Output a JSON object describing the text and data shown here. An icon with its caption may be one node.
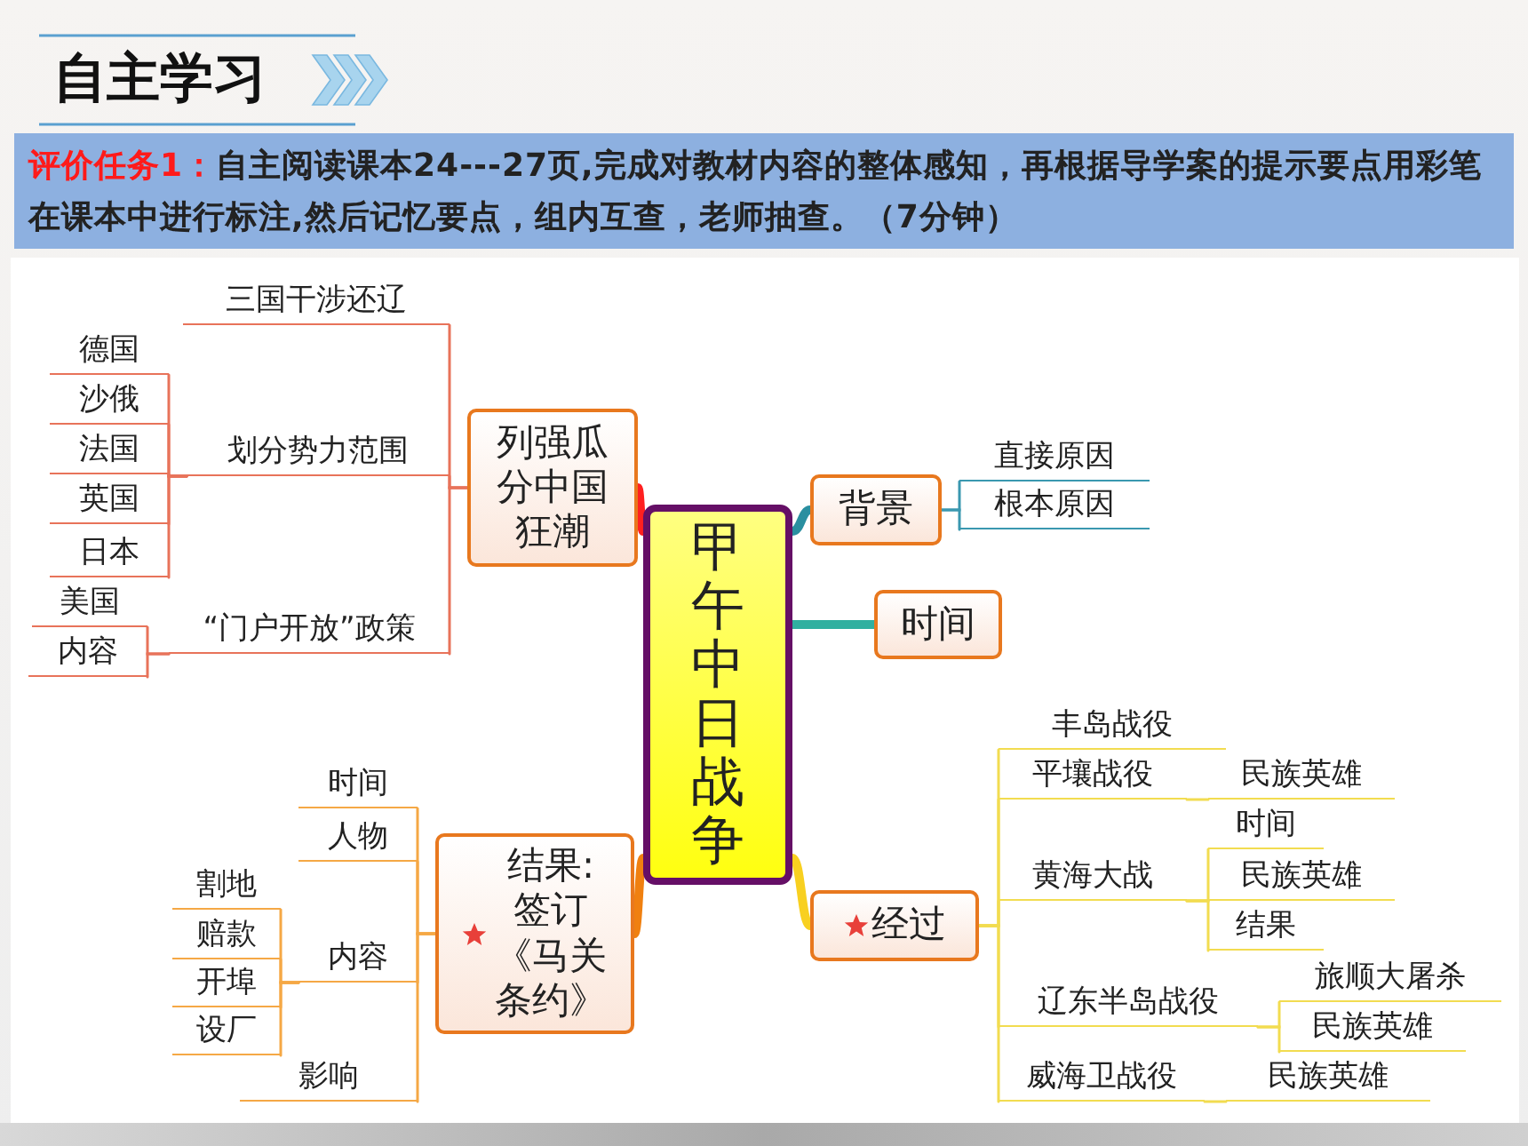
{
  "diagram": {
    "title": "自主学习",
    "nodes": [
      {
        "text": [
          "评价任务1：",
          "自主阅读课本24---27页,完成对教材内容的整体感知，再根据导学案的提示要点用彩笔在课本中进行标注,然后记忆要点，组内互查，老师抽查。（7分钟）"
        ]
      },
      {
        "text": [
          "甲午中日战争"
        ]
      },
      {
        "text": [
          "列强瓜分中国狂潮"
        ]
      },
      {
        "text": [
          "三国干涉还辽"
        ]
      },
      {
        "text": [
          "划分势力范围"
        ]
      },
      {
        "text": [
          "德国"
        ]
      },
      {
        "text": [
          "沙俄"
        ]
      },
      {
        "text": [
          "法国"
        ]
      },
      {
        "text": [
          "英国"
        ]
      },
      {
        "text": [
          "日本"
        ]
      },
      {
        "text": [
          "“门户开放”政策"
        ]
      },
      {
        "text": [
          "美国"
        ]
      },
      {
        "text": [
          "内容"
        ]
      },
      {
        "text": [
          "背景"
        ]
      },
      {
        "text": [
          "直接原因"
        ]
      },
      {
        "text": [
          "根本原因"
        ]
      },
      {
        "text": [
          "时间"
        ]
      },
      {
        "text": [
          "结果:签订《马关条约》"
        ]
      },
      {
        "text": [
          "时间"
        ]
      },
      {
        "text": [
          "人物"
        ]
      },
      {
        "text": [
          "内容"
        ]
      },
      {
        "text": [
          "割地"
        ]
      },
      {
        "text": [
          "赔款"
        ]
      },
      {
        "text": [
          "开埠"
        ]
      },
      {
        "text": [
          "设厂"
        ]
      },
      {
        "text": [
          "影响"
        ]
      },
      {
        "text": [
          "经过"
        ]
      },
      {
        "text": [
          "丰岛战役"
        ]
      },
      {
        "text": [
          "平壤战役"
        ]
      },
      {
        "text": [
          "民族英雄"
        ]
      },
      {
        "text": [
          "黄海大战"
        ]
      },
      {
        "text": [
          "时间"
        ]
      },
      {
        "text": [
          "民族英雄"
        ]
      },
      {
        "text": [
          "结果"
        ]
      },
      {
        "text": [
          "辽东半岛战役"
        ]
      },
      {
        "text": [
          "旅顺大屠杀"
        ]
      },
      {
        "text": [
          "民族英雄"
        ]
      },
      {
        "text": [
          "威海卫战役"
        ]
      },
      {
        "text": [
          "民族英雄"
        ]
      }
    ],
    "edges": [
      {
        "from": 1,
        "to": 2,
        "arrow": "none",
        "style": "thick",
        "color": "#ff2020"
      },
      {
        "from": 2,
        "to": 3,
        "arrow": "none",
        "color": "#e8735a"
      },
      {
        "from": 2,
        "to": 4,
        "arrow": "none",
        "color": "#e8735a"
      },
      {
        "from": 4,
        "to": 5,
        "arrow": "none",
        "color": "#e8735a"
      },
      {
        "from": 4,
        "to": 6,
        "arrow": "none",
        "color": "#e8735a"
      },
      {
        "from": 4,
        "to": 7,
        "arrow": "none",
        "color": "#e8735a"
      },
      {
        "from": 4,
        "to": 8,
        "arrow": "none",
        "color": "#e8735a"
      },
      {
        "from": 4,
        "to": 9,
        "arrow": "none",
        "color": "#e8735a"
      },
      {
        "from": 2,
        "to": 10,
        "arrow": "none",
        "color": "#e8735a"
      },
      {
        "from": 10,
        "to": 11,
        "arrow": "none",
        "color": "#e8735a"
      },
      {
        "from": 10,
        "to": 12,
        "arrow": "none",
        "color": "#e8735a"
      },
      {
        "from": 1,
        "to": 13,
        "arrow": "none",
        "style": "thick",
        "color": "#2a8fa0"
      },
      {
        "from": 13,
        "to": 14,
        "arrow": "none",
        "color": "#3a98b0"
      },
      {
        "from": 13,
        "to": 15,
        "arrow": "none",
        "color": "#3a98b0"
      },
      {
        "from": 1,
        "to": 16,
        "arrow": "none",
        "style": "thick",
        "color": "#30b0a0"
      },
      {
        "from": 1,
        "to": 17,
        "arrow": "none",
        "style": "thick",
        "color": "#f08010"
      },
      {
        "from": 17,
        "to": 18,
        "arrow": "none",
        "color": "#f5a845"
      },
      {
        "from": 17,
        "to": 19,
        "arrow": "none",
        "color": "#f5a845"
      },
      {
        "from": 17,
        "to": 20,
        "arrow": "none",
        "color": "#f5a845"
      },
      {
        "from": 20,
        "to": 21,
        "arrow": "none",
        "color": "#f5a845"
      },
      {
        "from": 20,
        "to": 22,
        "arrow": "none",
        "color": "#f5a845"
      },
      {
        "from": 20,
        "to": 23,
        "arrow": "none",
        "color": "#f5a845"
      },
      {
        "from": 20,
        "to": 24,
        "arrow": "none",
        "color": "#f5a845"
      },
      {
        "from": 17,
        "to": 25,
        "arrow": "none",
        "color": "#f5a845"
      },
      {
        "from": 1,
        "to": 26,
        "arrow": "none",
        "style": "thick",
        "color": "#f8d020"
      },
      {
        "from": 26,
        "to": 27,
        "arrow": "none",
        "color": "#f2dc50"
      },
      {
        "from": 26,
        "to": 28,
        "arrow": "none",
        "color": "#f2dc50"
      },
      {
        "from": 28,
        "to": 29,
        "arrow": "none",
        "color": "#f2dc50"
      },
      {
        "from": 26,
        "to": 30,
        "arrow": "none",
        "color": "#f2dc50"
      },
      {
        "from": 30,
        "to": 31,
        "arrow": "none",
        "color": "#f2dc50"
      },
      {
        "from": 30,
        "to": 32,
        "arrow": "none",
        "color": "#f2dc50"
      },
      {
        "from": 30,
        "to": 33,
        "arrow": "none",
        "color": "#f2dc50"
      },
      {
        "from": 26,
        "to": 34,
        "arrow": "none",
        "color": "#f2dc50"
      },
      {
        "from": 34,
        "to": 35,
        "arrow": "none",
        "color": "#f2dc50"
      },
      {
        "from": 34,
        "to": 36,
        "arrow": "none",
        "color": "#f2dc50"
      },
      {
        "from": 26,
        "to": 37,
        "arrow": "none",
        "color": "#f2dc50"
      },
      {
        "from": 37,
        "to": 38,
        "arrow": "none",
        "color": "#f2dc50"
      }
    ]
  }
}
